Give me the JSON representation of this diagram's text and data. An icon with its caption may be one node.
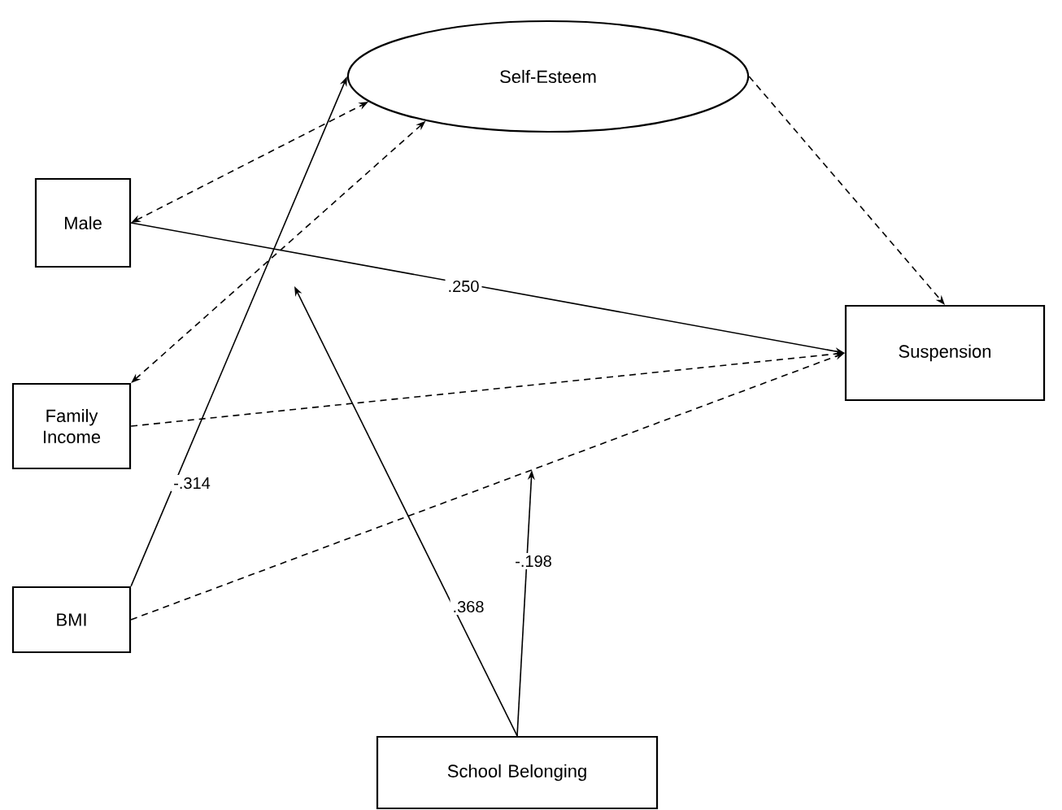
{
  "diagram": {
    "nodes": [
      {
        "text": [
          "Self-Esteem"
        ]
      },
      {
        "text": [
          "Male"
        ]
      },
      {
        "text": [
          "Family Income"
        ]
      },
      {
        "text": [
          "BMI"
        ]
      },
      {
        "text": [
          "Suspension"
        ]
      },
      {
        "text": [
          "School Belonging"
        ]
      }
    ],
    "edges": [
      {
        "from": 1,
        "to": 0,
        "arrow": "both",
        "style": "dashed"
      },
      {
        "from": 2,
        "to": 0,
        "arrow": "both",
        "style": "dashed"
      },
      {
        "from": 3,
        "to": 0,
        "arrow": "to",
        "label": "-.314"
      },
      {
        "from": 0,
        "to": 4,
        "arrow": "to",
        "style": "dashed"
      },
      {
        "from": 1,
        "to": 4,
        "arrow": "to",
        "label": ".250"
      },
      {
        "from": 2,
        "to": 4,
        "arrow": "to",
        "style": "dashed"
      },
      {
        "from": 3,
        "to": 4,
        "arrow": "to",
        "style": "dashed"
      },
      {
        "from": 5,
        "to": null,
        "arrow": "to",
        "label": ".368"
      },
      {
        "from": 5,
        "to": null,
        "arrow": "to",
        "label": "-.198"
      }
    ]
  }
}
